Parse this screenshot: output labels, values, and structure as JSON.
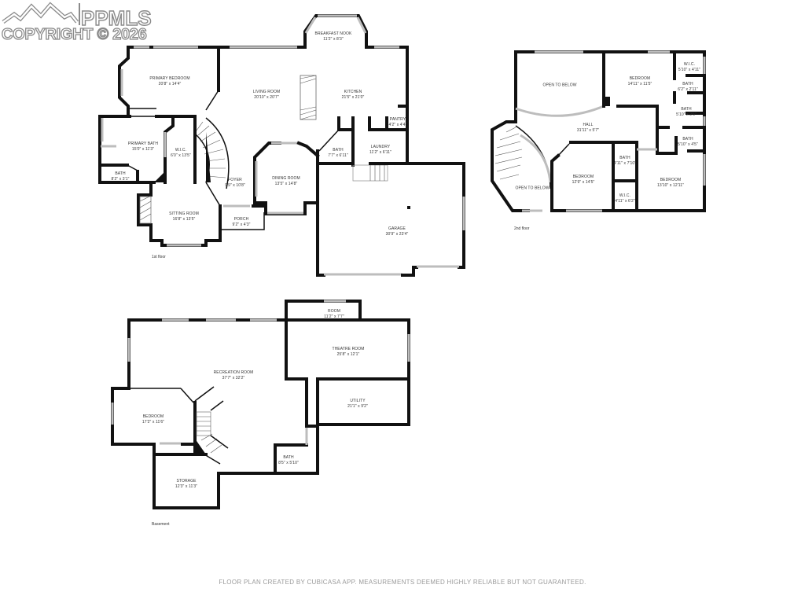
{
  "watermark": {
    "brand": "PPMLS",
    "copyright": "COPYRIGHT © 2026",
    "icon": "mountain-logo-icon"
  },
  "floors": [
    {
      "id": "first",
      "label": "1st floor",
      "rooms": [
        {
          "name": "PRIMARY BEDROOM",
          "dims": "20'8\" x 14'4\""
        },
        {
          "name": "PRIMARY BATH",
          "dims": "15'0\" x 11'3\""
        },
        {
          "name": "BATH",
          "dims": "8'2\" x 3'1\""
        },
        {
          "name": "W.I.C.",
          "dims": "6'0\" x 13'5\""
        },
        {
          "name": "LIVING ROOM",
          "dims": "20'10\" x 20'7\""
        },
        {
          "name": "BREAKFAST NOOK",
          "dims": "11'2\" x 8'3\""
        },
        {
          "name": "KITCHEN",
          "dims": "21'5\" x 21'0\""
        },
        {
          "name": "PANTRY",
          "dims": "4'2\" x 4'4\""
        },
        {
          "name": "FOYER",
          "dims": "9'9\" x 10'8\""
        },
        {
          "name": "DINING ROOM",
          "dims": "13'5\" x 14'8\""
        },
        {
          "name": "BATH",
          "dims": "7'7\" x 6'11\""
        },
        {
          "name": "LAUNDRY",
          "dims": "11'2\" x 6'11\""
        },
        {
          "name": "SITTING ROOM",
          "dims": "16'8\" x 13'5\""
        },
        {
          "name": "PORCH",
          "dims": "9'2\" x 4'3\""
        },
        {
          "name": "GARAGE",
          "dims": "30'9\" x 23'4\""
        }
      ]
    },
    {
      "id": "second",
      "label": "2nd floor",
      "rooms": [
        {
          "name": "OPEN TO BELOW",
          "dims": ""
        },
        {
          "name": "BEDROOM",
          "dims": "14'11\" x 11'5\""
        },
        {
          "name": "W.I.C.",
          "dims": "5'10\" x 4'11\""
        },
        {
          "name": "BATH",
          "dims": "6'2\" x 2'11\""
        },
        {
          "name": "BATH",
          "dims": "5'10\" x 2'6\""
        },
        {
          "name": "BATH",
          "dims": "5'10\" x 4'5\""
        },
        {
          "name": "HALL",
          "dims": "31'11\" x 5'7\""
        },
        {
          "name": "OPEN TO BELOW",
          "dims": ""
        },
        {
          "name": "BEDROOM",
          "dims": "12'9\" x 14'5\""
        },
        {
          "name": "BATH",
          "dims": "4'11\" x 7'10\""
        },
        {
          "name": "W.I.C.",
          "dims": "4'11\" x 6'2\""
        },
        {
          "name": "BEDROOM",
          "dims": "13'10\" x 12'11\""
        }
      ]
    },
    {
      "id": "basement",
      "label": "Basement",
      "rooms": [
        {
          "name": "ROOM",
          "dims": "11'2\" x 7'7\""
        },
        {
          "name": "THEATRE ROOM",
          "dims": "25'8\" x 12'1\""
        },
        {
          "name": "RECREATION ROOM",
          "dims": "37'7\" x 32'2\""
        },
        {
          "name": "UTILITY",
          "dims": "21'1\" x 9'2\""
        },
        {
          "name": "BEDROOM",
          "dims": "17'2\" x 11'6\""
        },
        {
          "name": "BATH",
          "dims": "8'5\" x 5'10\""
        },
        {
          "name": "STORAGE",
          "dims": "12'3\" x 11'3\""
        }
      ]
    }
  ],
  "footer": {
    "disclaimer": "FLOOR PLAN CREATED BY CUBICASA APP. MEASUREMENTS DEEMED HIGHLY RELIABLE BUT NOT GUARANTEED."
  },
  "colors": {
    "wall": "#111111",
    "window": "#bdbdbd",
    "text": "#333333",
    "footer_text": "#9a9a9a",
    "watermark": "#8a8a8a"
  }
}
